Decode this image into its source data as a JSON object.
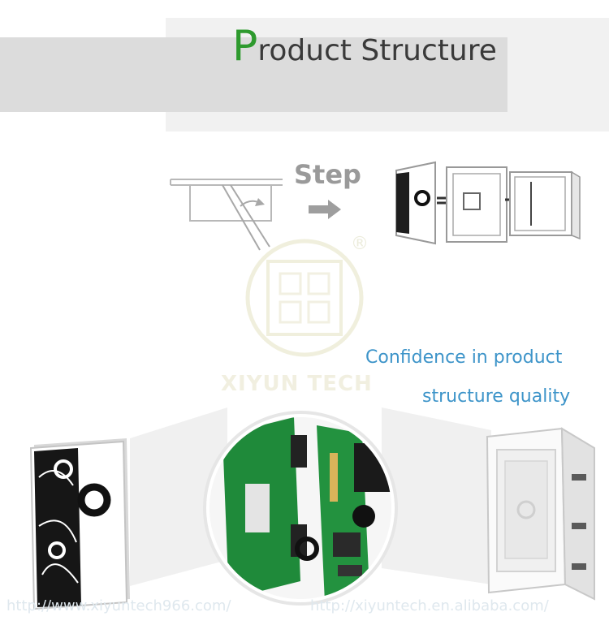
{
  "header": {
    "title_first_letter": "P",
    "title_rest": "roduct Structure"
  },
  "step": {
    "label": "Step"
  },
  "watermark": {
    "text": "XIYUN TECH",
    "mark": "®"
  },
  "slogan": {
    "line1": "Confidence in product",
    "line2": "structure quality"
  },
  "footer": {
    "url_left": "http://www.xiyuntech966.com/",
    "url_right": "http://xiyuntech.en.alibaba.com/"
  },
  "colors": {
    "accent_green": "#2e9a2e",
    "slogan_blue": "#3d94c9"
  }
}
